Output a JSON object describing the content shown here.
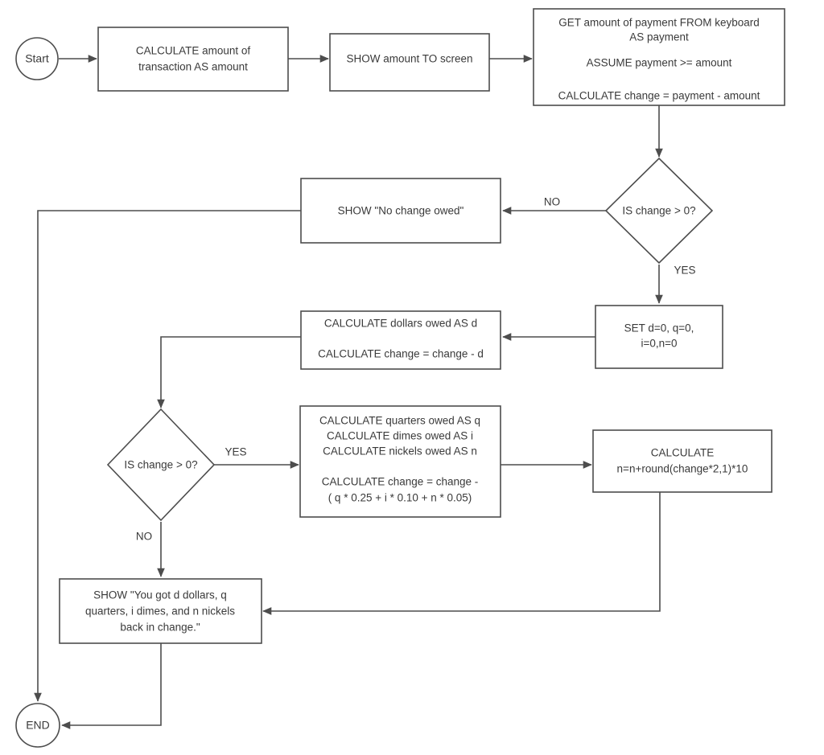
{
  "diagram": {
    "title": "Change-making algorithm flowchart",
    "colors": {
      "stroke": "#4d4d4d",
      "text": "#3a3a3a",
      "background": "#ffffff"
    },
    "nodes": {
      "start": {
        "label": "Start",
        "shape": "circle"
      },
      "calc_amount": {
        "lines": [
          "CALCULATE amount of",
          "transaction AS amount"
        ],
        "shape": "process"
      },
      "show_amount": {
        "lines": [
          "SHOW amount TO screen"
        ],
        "shape": "process"
      },
      "get_payment": {
        "lines": [
          "GET amount of payment FROM keyboard",
          "AS payment",
          "",
          "ASSUME payment >= amount",
          "",
          "CALCULATE change = payment - amount"
        ],
        "shape": "process"
      },
      "decision_change_1": {
        "label": "IS change > 0?",
        "shape": "decision"
      },
      "show_no_change": {
        "lines": [
          "SHOW \"No change owed\""
        ],
        "shape": "process"
      },
      "set_vars": {
        "lines": [
          "SET d=0, q=0,",
          "i=0,n=0"
        ],
        "shape": "process"
      },
      "calc_dollars": {
        "lines": [
          "CALCULATE dollars owed AS d",
          "",
          "CALCULATE change = change - d"
        ],
        "shape": "process"
      },
      "decision_change_2": {
        "label": "IS change > 0?",
        "shape": "decision"
      },
      "calc_coins": {
        "lines": [
          "CALCULATE quarters owed AS q",
          "CALCULATE dimes owed AS i",
          "CALCULATE nickels owed AS n",
          "",
          "CALCULATE change = change -",
          "( q * 0.25 + i * 0.10 + n * 0.05)"
        ],
        "shape": "process"
      },
      "calc_nickels": {
        "lines": [
          "CALCULATE",
          "n=n+round(change*2,1)*10"
        ],
        "shape": "process"
      },
      "show_result": {
        "lines": [
          "SHOW \"You got d dollars, q",
          "quarters, i dimes, and n nickels",
          "back in change.\""
        ],
        "shape": "process"
      },
      "end": {
        "label": "END",
        "shape": "circle"
      }
    },
    "edge_labels": {
      "no_1": "NO",
      "yes_1": "YES",
      "yes_2": "YES",
      "no_2": "NO"
    }
  }
}
